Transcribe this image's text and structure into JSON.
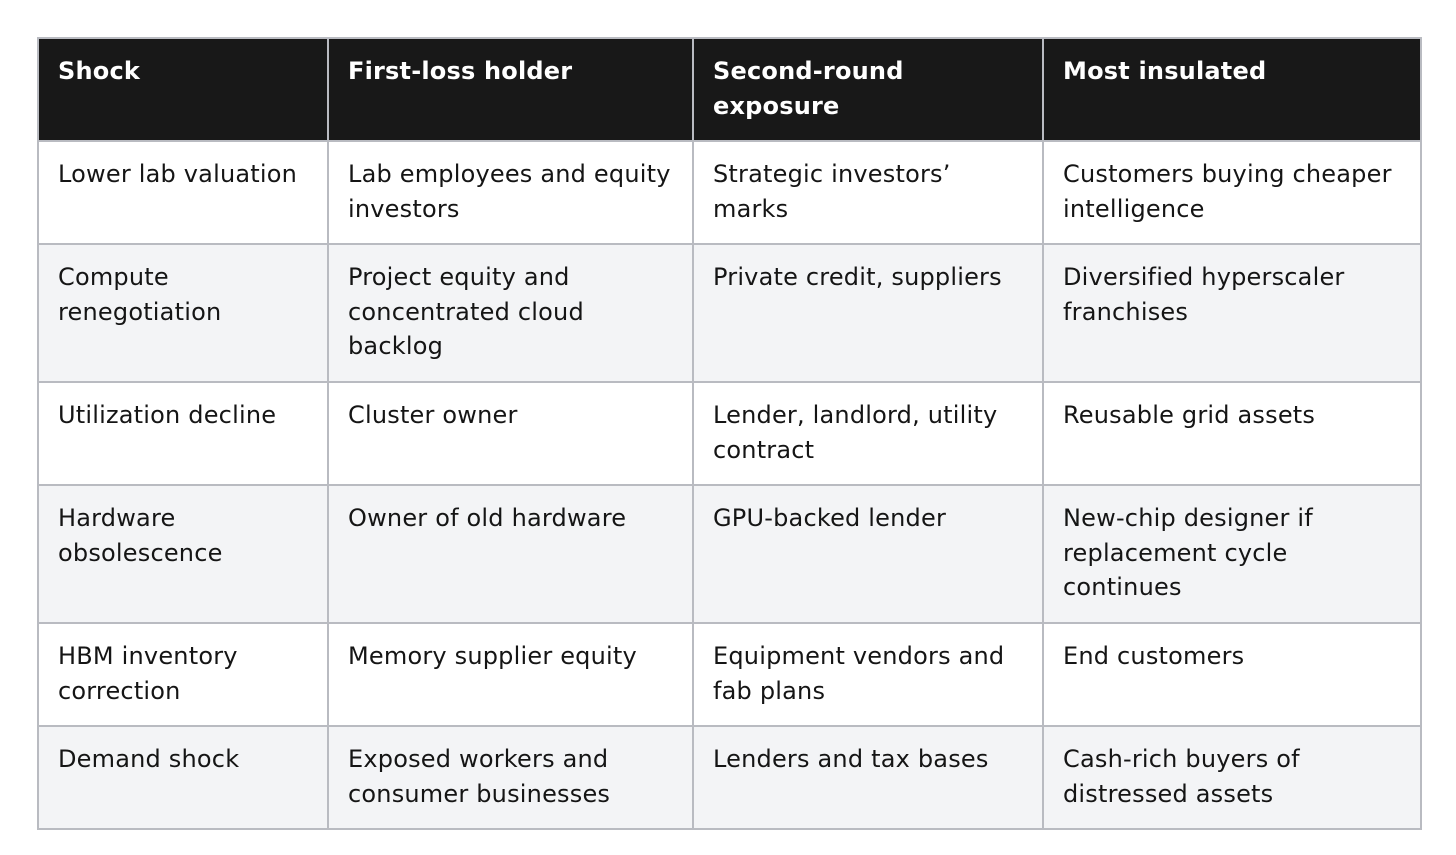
{
  "table": {
    "headers": [
      "Shock",
      "First-loss holder",
      "Second-round exposure",
      "Most insulated"
    ],
    "rows": [
      [
        "Lower lab valuation",
        "Lab employees and equity investors",
        "Strategic investors’ marks",
        "Customers buying cheaper intelligence"
      ],
      [
        "Compute renegotiation",
        "Project equity and concentrated cloud backlog",
        "Private credit, suppliers",
        "Diversified hyperscaler franchises"
      ],
      [
        "Utilization decline",
        "Cluster owner",
        "Lender, landlord, utility contract",
        "Reusable grid assets"
      ],
      [
        "Hardware obsolescence",
        "Owner of old hardware",
        "GPU-backed lender",
        "New-chip designer if replacement cycle continues"
      ],
      [
        "HBM inventory correction",
        "Memory supplier equity",
        "Equipment vendors and fab plans",
        "End customers"
      ],
      [
        "Demand shock",
        "Exposed workers and consumer businesses",
        "Lenders and tax bases",
        "Cash-rich buyers of distressed assets"
      ]
    ]
  },
  "colors": {
    "header_bg": "#181818",
    "header_text": "#ffffff",
    "alt_row_bg": "#f3f4f6",
    "border": "#b9bbc1"
  }
}
